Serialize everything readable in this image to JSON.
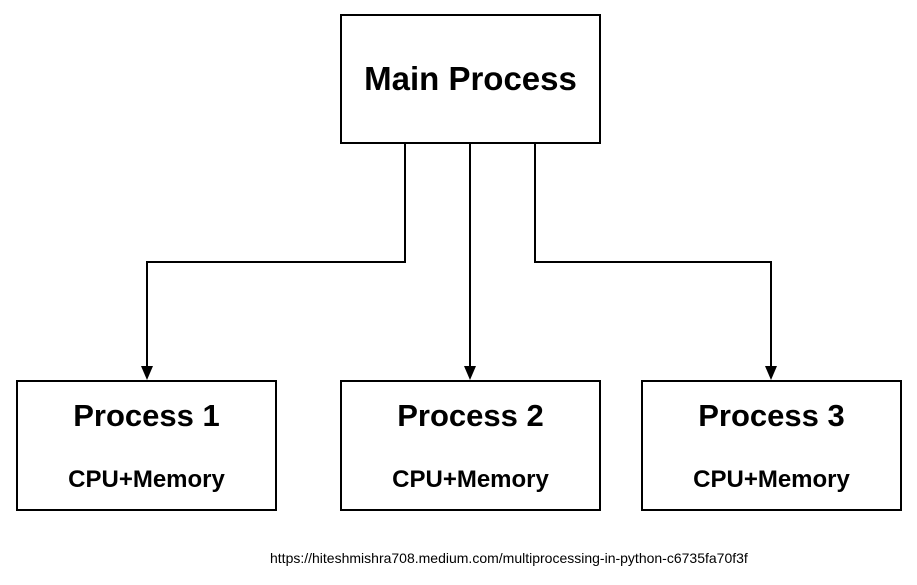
{
  "diagram": {
    "main_node": {
      "title": "Main Process"
    },
    "children": [
      {
        "title": "Process 1",
        "subtitle": "CPU+Memory"
      },
      {
        "title": "Process 2",
        "subtitle": "CPU+Memory"
      },
      {
        "title": "Process 3",
        "subtitle": "CPU+Memory"
      }
    ],
    "edges": [
      {
        "from": "Main Process",
        "to": "Process 1"
      },
      {
        "from": "Main Process",
        "to": "Process 2"
      },
      {
        "from": "Main Process",
        "to": "Process 3"
      }
    ],
    "colors": {
      "line": "#000000",
      "background": "#ffffff"
    }
  },
  "caption": {
    "source_text": "https://hiteshmishra708.medium.com/multiprocessing-in-python-c6735fa70f3f"
  }
}
